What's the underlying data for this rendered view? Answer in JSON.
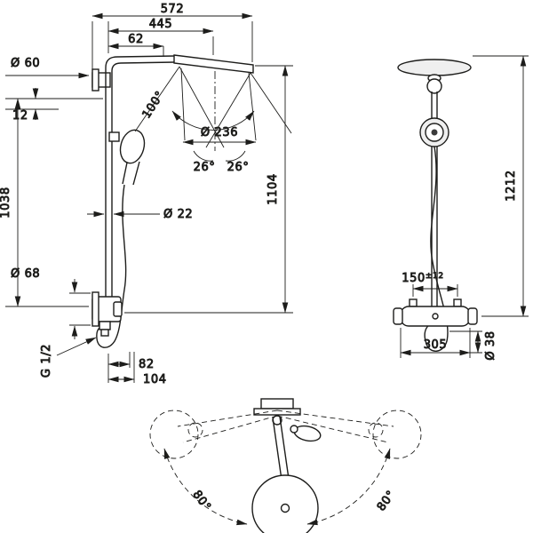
{
  "colors": {
    "line": "#1d1d1b",
    "background": "#ffffff"
  },
  "side": {
    "d572": "572",
    "d445": "445",
    "d62": "62",
    "d60": "Ø 60",
    "d12": "12",
    "d1038": "1038",
    "d68": "Ø 68",
    "g12": "G 1/2",
    "a100": "100°",
    "d236": "Ø 236",
    "a26_left": "26°",
    "a26_right": "26°",
    "d1104": "1104",
    "d22": "Ø 22",
    "d82": "82",
    "d104": "104"
  },
  "front": {
    "d1212": "1212",
    "d150": "150",
    "d150_tol": "±12",
    "d305": "305",
    "d38": "Ø 38"
  },
  "top": {
    "a80_left": "80°",
    "a80_right": "80°"
  }
}
